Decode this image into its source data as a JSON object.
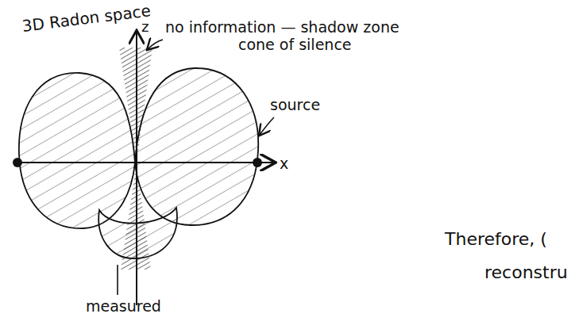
{
  "diagram": {
    "labels": [
      "3D Radon space",
      "z",
      "no information — shadow zone",
      "cone of silence",
      "source",
      "x",
      "measured",
      "Therefore, (",
      "reconstru"
    ]
  }
}
